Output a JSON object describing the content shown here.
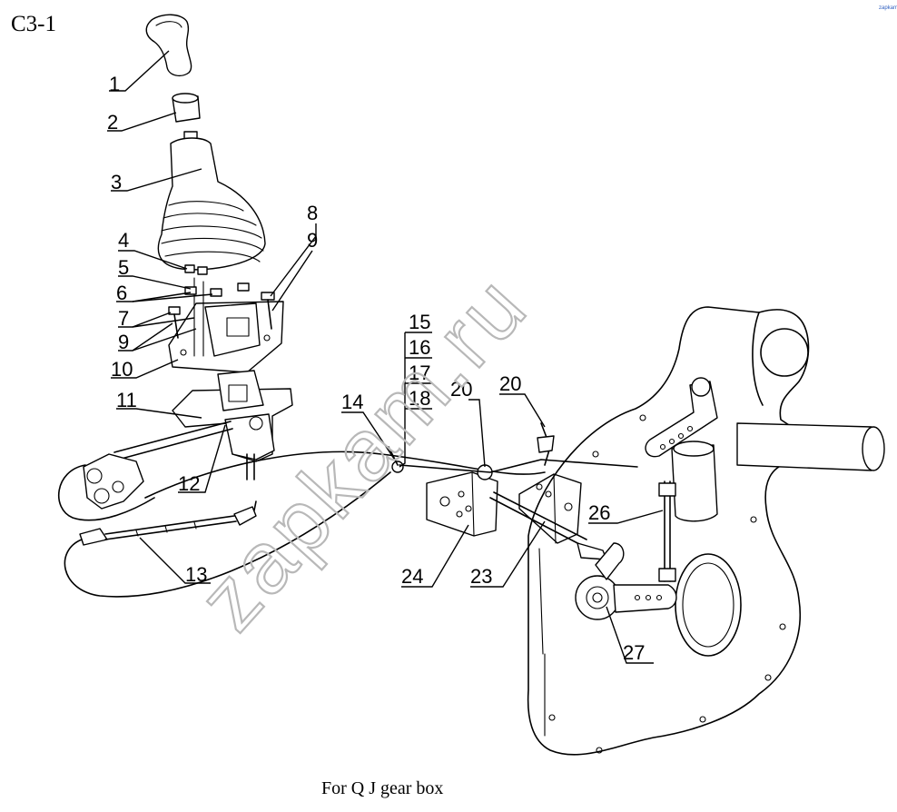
{
  "title": "C3-1",
  "caption": "For Q J gear box",
  "watermark": "zapkam.ru",
  "corner_mark": "zapkam",
  "callouts": {
    "c1": "1",
    "c2": "2",
    "c3": "3",
    "c4": "4",
    "c5": "5",
    "c6": "6",
    "c7": "7",
    "c8": "8",
    "c9a": "9",
    "c9b": "9",
    "c10": "10",
    "c11": "11",
    "c12": "12",
    "c13": "13",
    "c14": "14",
    "c15": "15",
    "c16": "16",
    "c17": "17",
    "c18": "18",
    "c20a": "20",
    "c20b": "20",
    "c23": "23",
    "c24": "24",
    "c26": "26",
    "c27": "27"
  },
  "colors": {
    "line": "#000000",
    "watermark": "#b8b8b8",
    "background": "#ffffff"
  }
}
